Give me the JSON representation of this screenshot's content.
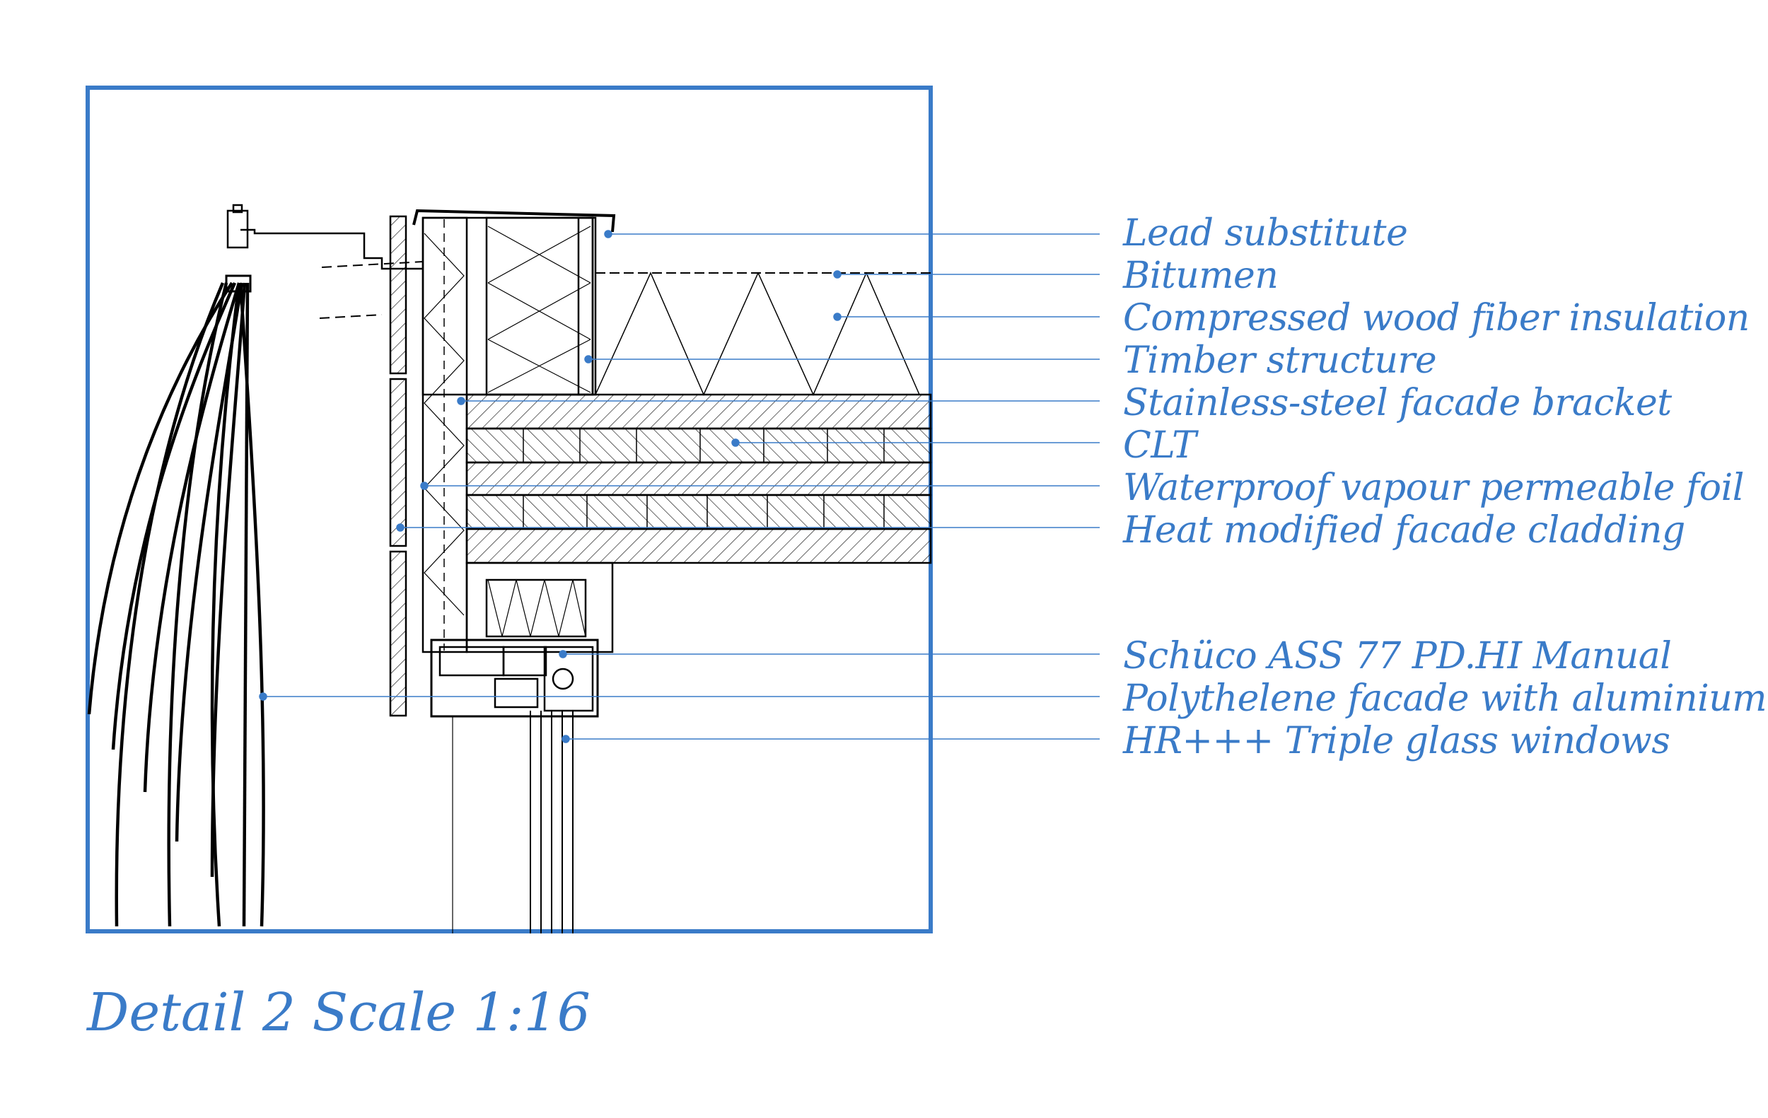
{
  "caption": "Detail 2 Scale 1:16",
  "colors": {
    "accent": "#3a7bc8",
    "line": "#000000",
    "frame": "#3a7bc8"
  },
  "callouts": [
    {
      "label": "Lead substitute"
    },
    {
      "label": "Bitumen"
    },
    {
      "label": "Compressed wood fiber insulation"
    },
    {
      "label": "Timber structure"
    },
    {
      "label": "Stainless-steel facade bracket"
    },
    {
      "label": "CLT"
    },
    {
      "label": "Waterproof vapour permeable foil"
    },
    {
      "label": "Heat modified facade cladding"
    },
    {
      "label": "Schüco ASS 77 PD.HI Manual"
    },
    {
      "label": "Polythelene facade with aluminium"
    },
    {
      "label": "HR+++ Triple glass windows"
    }
  ]
}
